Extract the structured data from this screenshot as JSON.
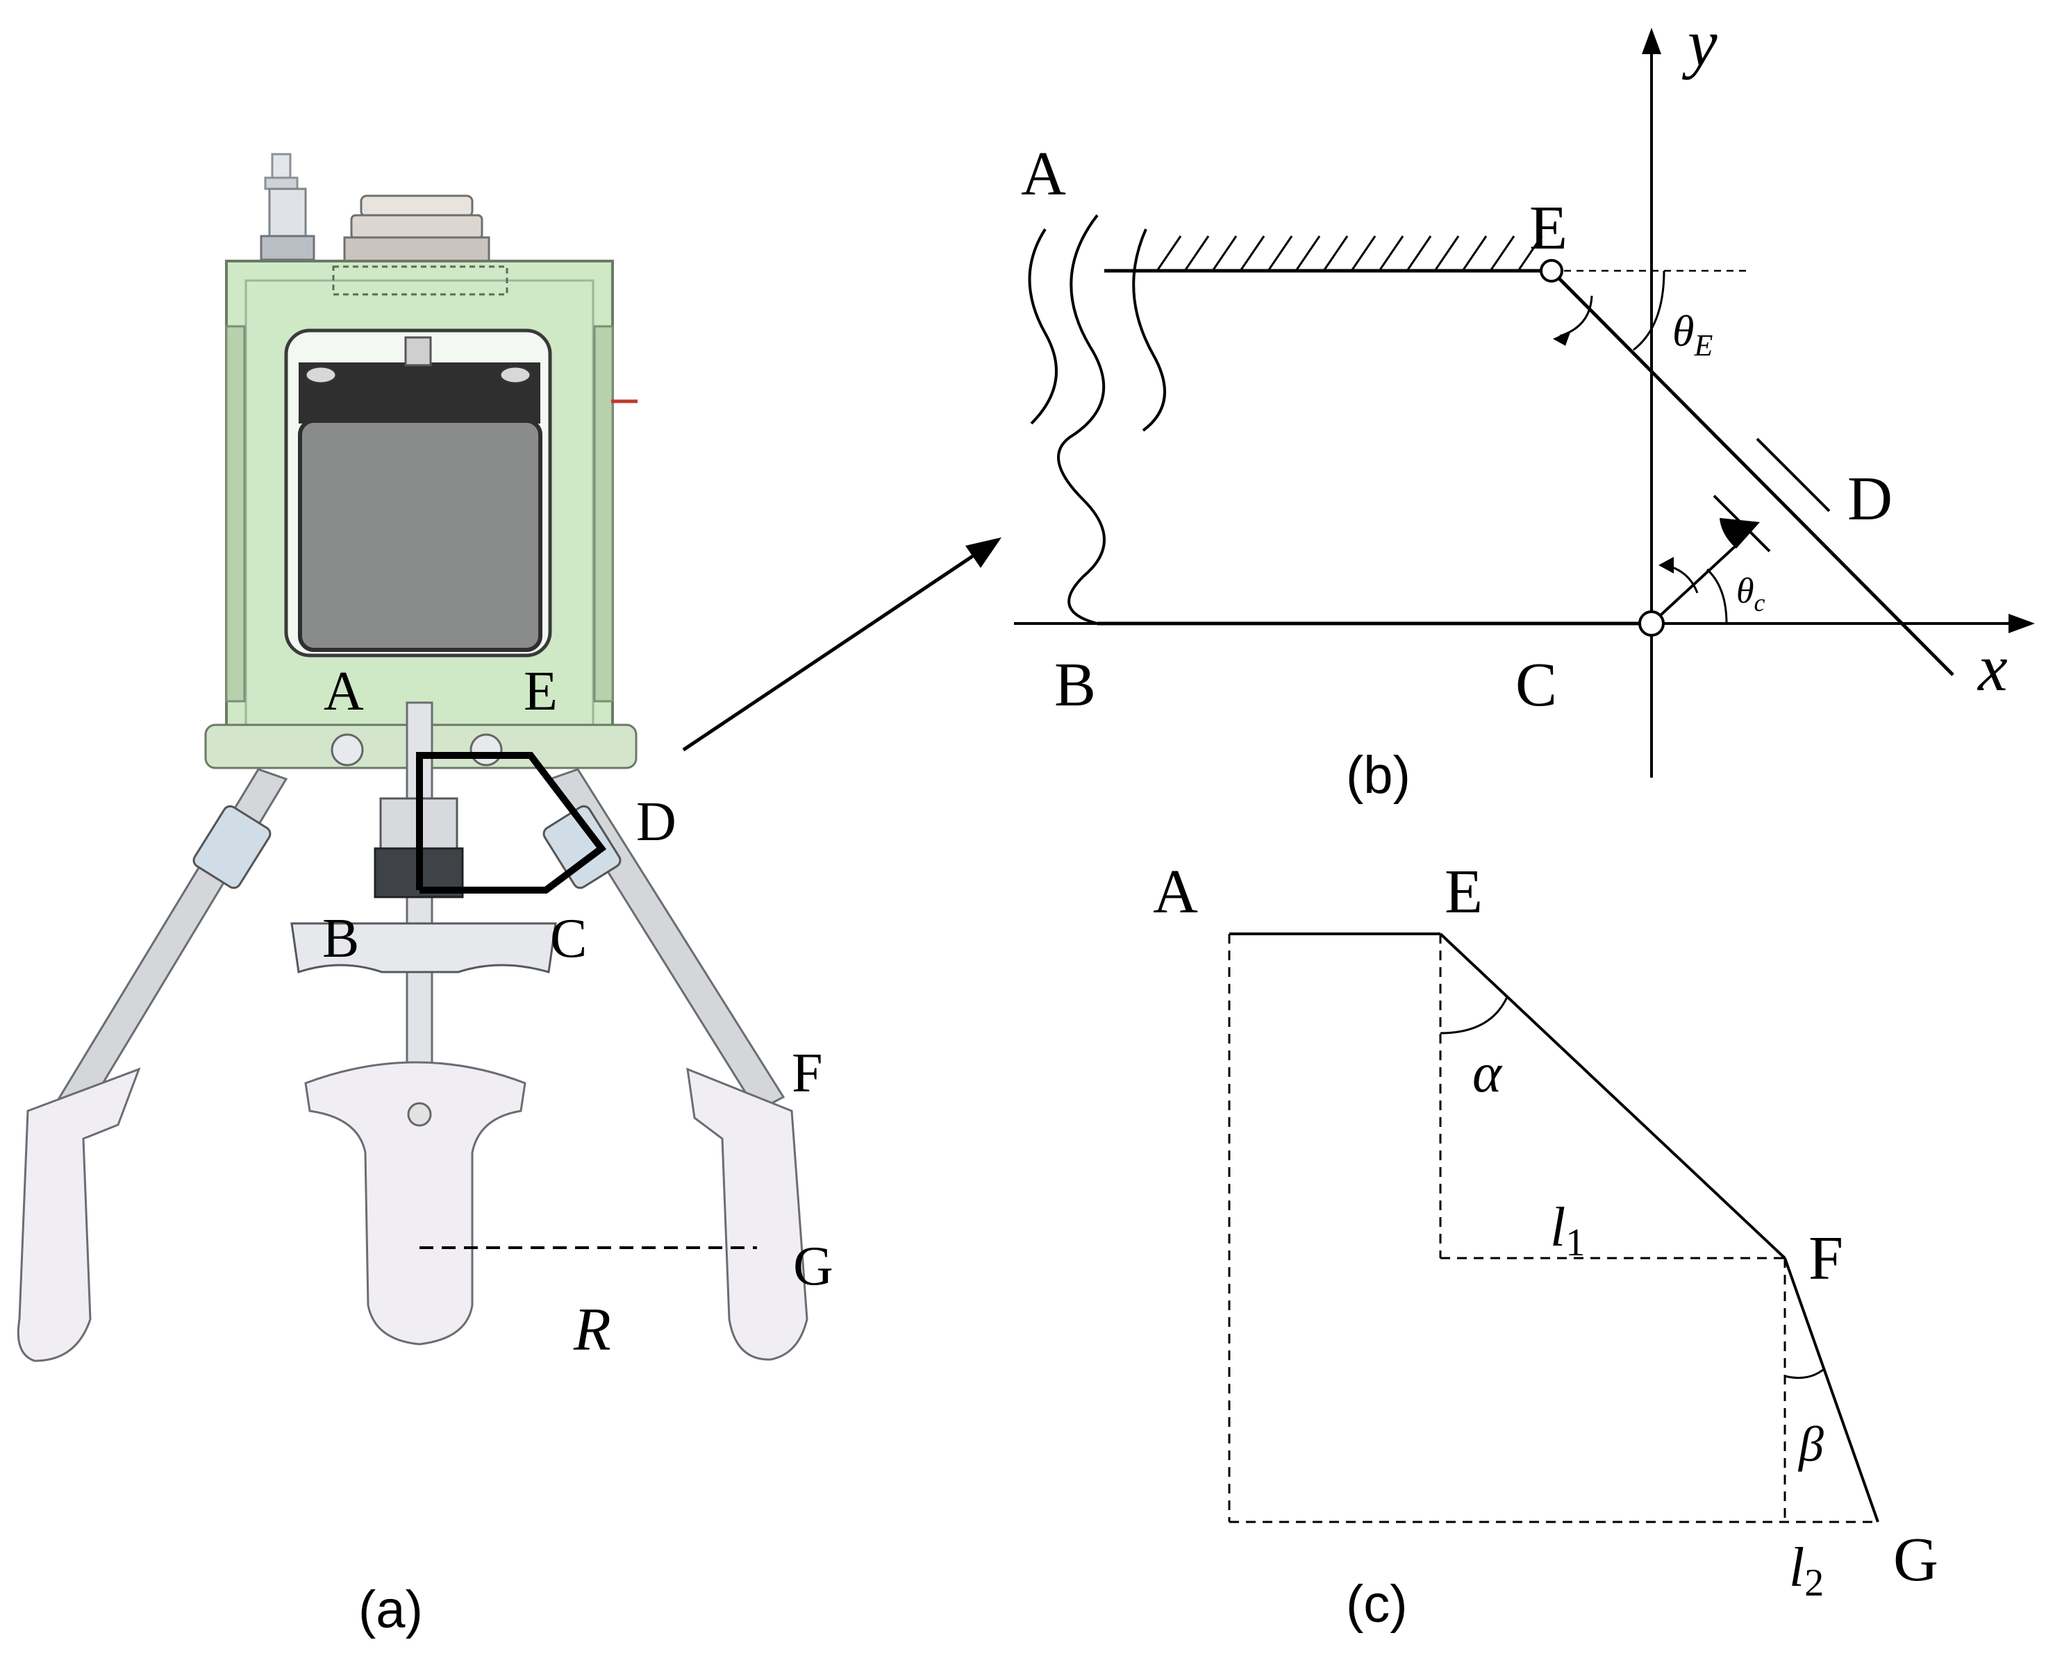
{
  "panel_a": {
    "caption": "(a)",
    "labels": {
      "A": "A",
      "E": "E",
      "D": "D",
      "B": "B",
      "C": "C",
      "F": "F",
      "G": "G",
      "R": "R"
    }
  },
  "panel_b": {
    "caption": "(b)",
    "labels": {
      "A": "A",
      "E": "E",
      "D": "D",
      "B": "B",
      "C": "C",
      "x": "x",
      "y": "y"
    },
    "angle_E": {
      "symbol": "θ",
      "subscript": "E"
    },
    "angle_c": {
      "symbol": "θ",
      "subscript": "c"
    }
  },
  "panel_c": {
    "caption": "(c)",
    "labels": {
      "A": "A",
      "E": "E",
      "F": "F",
      "G": "G"
    },
    "alpha": "α",
    "beta": "β",
    "l1": {
      "symbol": "l",
      "subscript": "1"
    },
    "l2": {
      "symbol": "l",
      "subscript": "2"
    }
  },
  "colors": {
    "frame_green": "#cfe8c6",
    "motor_dark": "#2f2f2f",
    "motor_grey": "#8a8c8c",
    "metal": "#d9dbe0",
    "line": "#000000"
  }
}
